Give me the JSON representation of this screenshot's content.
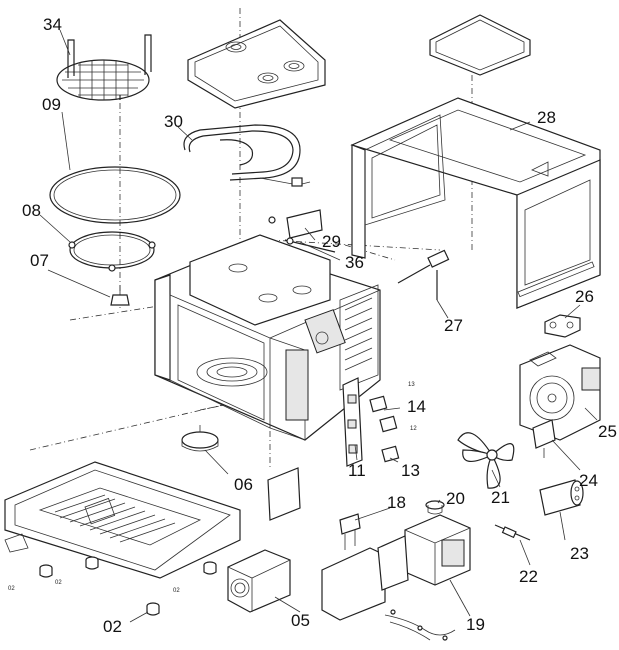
{
  "callouts": [
    {
      "id": "34",
      "label": "34"
    },
    {
      "id": "09",
      "label": "09"
    },
    {
      "id": "08",
      "label": "08"
    },
    {
      "id": "07",
      "label": "07"
    },
    {
      "id": "30",
      "label": "30"
    },
    {
      "id": "28",
      "label": "28"
    },
    {
      "id": "29",
      "label": "29"
    },
    {
      "id": "36",
      "label": "36"
    },
    {
      "id": "26",
      "label": "26"
    },
    {
      "id": "27",
      "label": "27"
    },
    {
      "id": "14",
      "label": "14"
    },
    {
      "id": "25",
      "label": "25"
    },
    {
      "id": "06",
      "label": "06"
    },
    {
      "id": "11",
      "label": "11"
    },
    {
      "id": "13",
      "label": "13"
    },
    {
      "id": "24",
      "label": "24"
    },
    {
      "id": "21",
      "label": "21"
    },
    {
      "id": "18",
      "label": "18"
    },
    {
      "id": "20",
      "label": "20"
    },
    {
      "id": "23",
      "label": "23"
    },
    {
      "id": "22",
      "label": "22"
    },
    {
      "id": "02",
      "label": "02"
    },
    {
      "id": "05",
      "label": "05"
    },
    {
      "id": "19",
      "label": "19"
    }
  ],
  "small_labels": {
    "base_02_a": "02",
    "base_02_b": "02",
    "base_02_c": "02",
    "switch_13": "13",
    "switch_12": "12"
  }
}
